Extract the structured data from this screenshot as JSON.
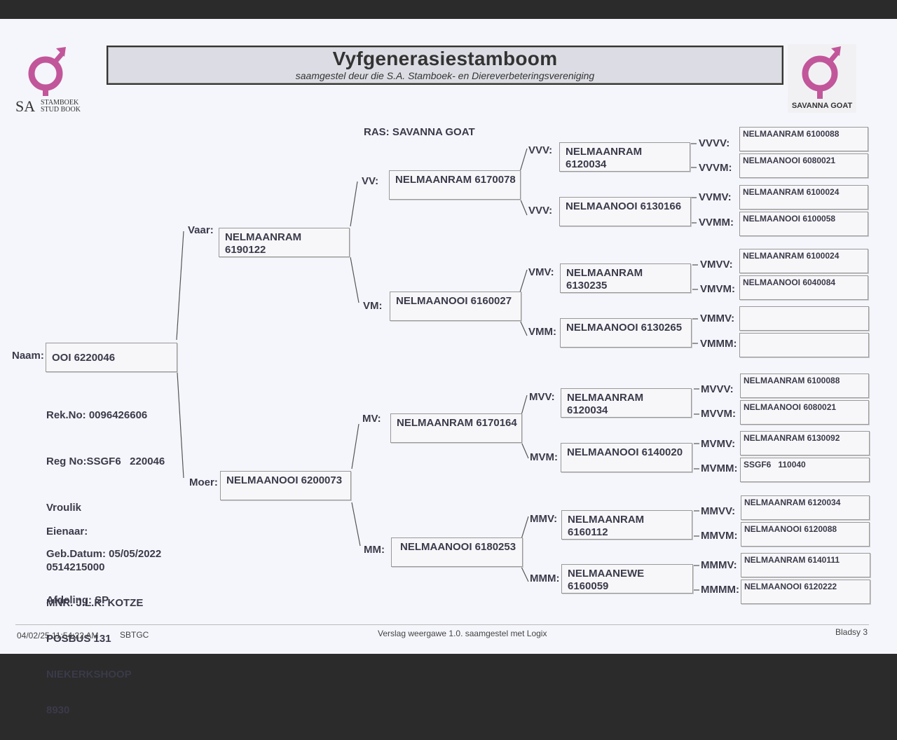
{
  "header": {
    "title": "Vyfgenerasiestamboom",
    "subtitle": "saamgestel deur die S.A. Stamboek- en Diereverbeteringsvereniging"
  },
  "logo_left": {
    "line1": "SA",
    "line2": "STAMBOEK",
    "line3": "STUD BOOK",
    "icon": "female-symbol-icon",
    "color": "#c2569a"
  },
  "logo_right": {
    "caption": "SAVANNA GOAT",
    "icon": "female-symbol-icon",
    "color": "#c2569a"
  },
  "ras": "RAS: SAVANNA GOAT",
  "animal": {
    "naam_label": "Naam:",
    "naam": "OOI 6220046",
    "rek_no": "Rek.No: 0096426606",
    "reg_no": "Reg No:SSGF6   220046",
    "sex": "Vroulik",
    "geb_datum": "Geb.Datum: 05/05/2022",
    "afdeling": "Afdeling: SP"
  },
  "owner": {
    "label": "Eienaar:",
    "phone": "0514215000",
    "name": "MNR. J.L.K. KOTZE",
    "address1": "POSBUS 131",
    "address2": "NIEKERKSHOOP",
    "postcode": "8930"
  },
  "gen1": {
    "vaar": {
      "label": "Vaar:",
      "name": "NELMAANRAM\n6190122"
    },
    "moer": {
      "label": "Moer:",
      "name": "NELMAANOOI 6200073"
    }
  },
  "gen2": {
    "vv": {
      "label": "VV:",
      "name": "NELMAANRAM 6170078"
    },
    "vm": {
      "label": "VM:",
      "name": "NELMAANOOI 6160027"
    },
    "mv": {
      "label": "MV:",
      "name": "NELMAANRAM 6170164"
    },
    "mm": {
      "label": "MM:",
      "name": "NELMAANOOI 6180253"
    }
  },
  "gen3": {
    "vvv": {
      "label": "VVV:",
      "name": "NELMAANRAM\n6120034"
    },
    "vvm": {
      "label": "VVV:",
      "name": "NELMAANOOI 6130166"
    },
    "vmv": {
      "label": "VMV:",
      "name": "NELMAANRAM\n6130235"
    },
    "vmm": {
      "label": "VMM:",
      "name": "NELMAANOOI 6130265"
    },
    "mvv": {
      "label": "MVV:",
      "name": "NELMAANRAM\n6120034"
    },
    "mvm": {
      "label": "MVM:",
      "name": "NELMAANOOI 6140020"
    },
    "mmv": {
      "label": "MMV:",
      "name": "NELMAANRAM\n6160112"
    },
    "mmm": {
      "label": "MMM:",
      "name": "NELMAANEWE\n6160059"
    }
  },
  "gen4": [
    {
      "label": "VVVV:",
      "name": "NELMAANRAM 6100088"
    },
    {
      "label": "VVVM:",
      "name": "NELMAANOOI 6080021"
    },
    {
      "label": "VVMV:",
      "name": "NELMAANRAM 6100024"
    },
    {
      "label": "VVMM:",
      "name": "NELMAANOOI 6100058"
    },
    {
      "label": "VMVV:",
      "name": "NELMAANRAM 6100024"
    },
    {
      "label": "VMVM:",
      "name": "NELMAANOOI 6040084"
    },
    {
      "label": "VMMV:",
      "name": ""
    },
    {
      "label": "VMMM:",
      "name": ""
    },
    {
      "label": "MVVV:",
      "name": "NELMAANRAM 6100088"
    },
    {
      "label": "MVVM:",
      "name": "NELMAANOOI 6080021"
    },
    {
      "label": "MVMV:",
      "name": "NELMAANRAM 6130092"
    },
    {
      "label": "MVMM:",
      "name": "SSGF6   110040"
    },
    {
      "label": "MMVV:",
      "name": "NELMAANRAM 6120034"
    },
    {
      "label": "MMVM:",
      "name": "NELMAANOOI 6120088"
    },
    {
      "label": "MMMV:",
      "name": "NELMAANRAM 6140111"
    },
    {
      "label": "MMMM:",
      "name": "NELMAANOOI 6120222"
    }
  ],
  "footer": {
    "datetime": "04/02/25 11:54:22 AM",
    "code": "SBTGC",
    "report": "Verslag weergawe 1.0. saamgestel met Logix",
    "page": "Bladsy 3"
  }
}
